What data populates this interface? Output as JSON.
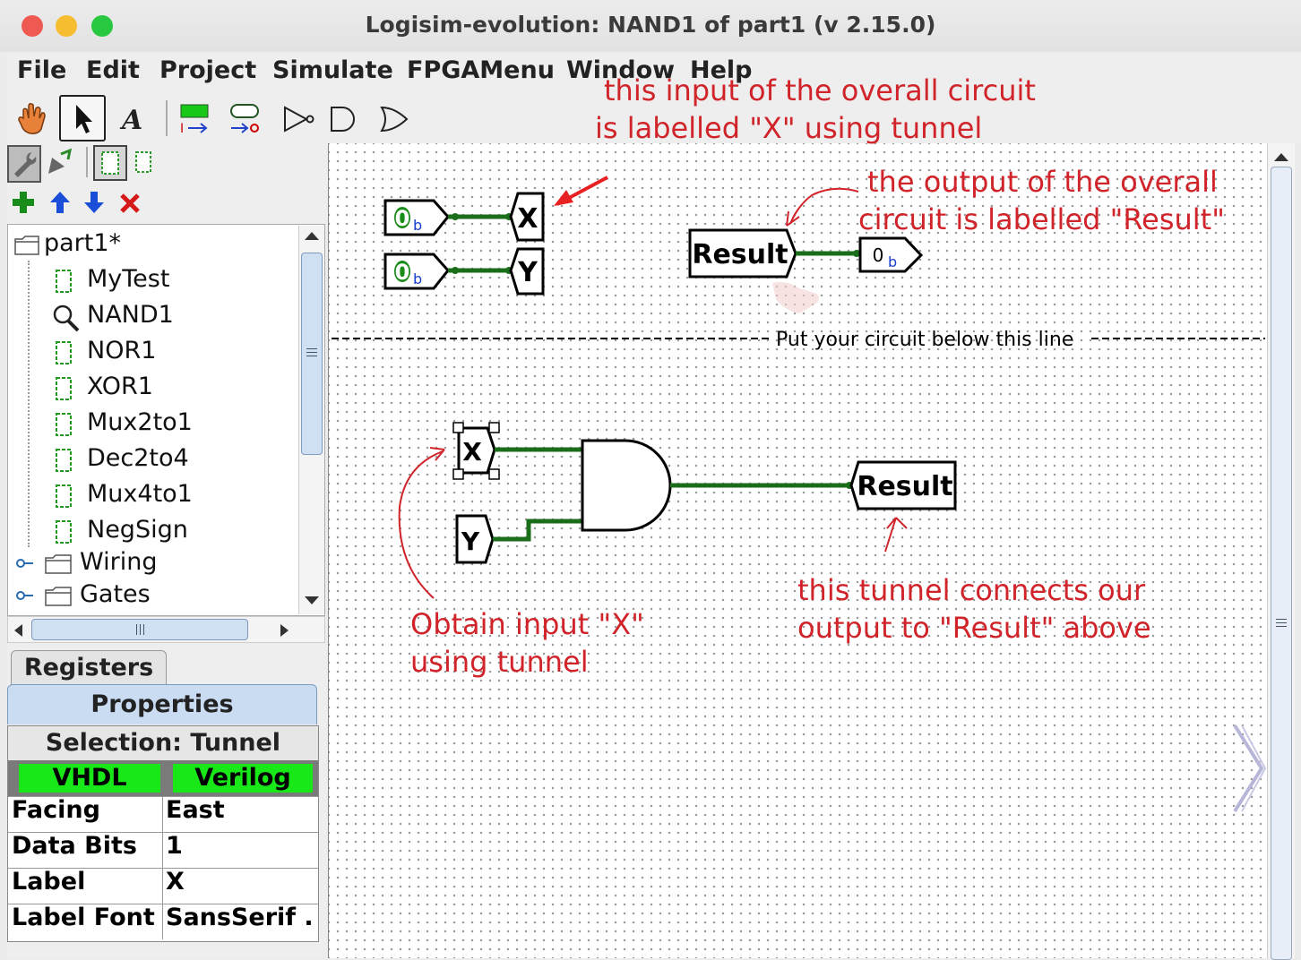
{
  "window": {
    "title": "Logisim-evolution: NAND1 of part1 (v 2.15.0)",
    "traffic_lights": {
      "close": "#ee5a52",
      "minimize": "#f5bd2f",
      "maximize": "#28c840"
    }
  },
  "menu": [
    "File",
    "Edit",
    "Project",
    "Simulate",
    "FPGAMenu",
    "Window",
    "Help"
  ],
  "toolbar": {
    "tools": [
      "hand-poke-icon",
      "arrow-select-icon",
      "text-tool-icon",
      "input-pin-icon",
      "output-pin-icon",
      "not-gate-icon",
      "and-gate-icon",
      "or-gate-icon"
    ],
    "row2": [
      "wrench-icon",
      "simulate-icon",
      "layout-icon",
      "appearance-icon"
    ],
    "row3": [
      "add-icon",
      "move-up-icon",
      "move-down-icon",
      "delete-icon"
    ]
  },
  "tree": {
    "root": "part1*",
    "items": [
      "MyTest",
      "NAND1",
      "NOR1",
      "XOR1",
      "Mux2to1",
      "Dec2to4",
      "Mux4to1",
      "NegSign"
    ],
    "folders": [
      "Wiring",
      "Gates"
    ]
  },
  "tabs": {
    "registers": "Registers",
    "properties": "Properties"
  },
  "properties": {
    "selection": "Selection: Tunnel",
    "hdl_buttons": [
      "VHDL",
      "Verilog"
    ],
    "rows": [
      {
        "key": "Facing",
        "value": "East"
      },
      {
        "key": "Data Bits",
        "value": "1"
      },
      {
        "key": "Label",
        "value": "X"
      },
      {
        "key": "Label Font",
        "value": "SansSerif ..."
      }
    ]
  },
  "circuit": {
    "pin_value": "0",
    "pin_suffix": "b",
    "tunnel_x": "X",
    "tunnel_y": "Y",
    "tunnel_result": "Result",
    "divider_text": "Put your circuit below this line",
    "wire_color": "#1a6e1a"
  },
  "annotations": {
    "input_note_line1": "this input of the overall circuit",
    "input_note_line2": "is labelled \"X\" using tunnel",
    "output_note_line1": "the output of the overall",
    "output_note_line2": "circuit is labelled \"Result\"",
    "obtain_line1": "Obtain input \"X\"",
    "obtain_line2": "using tunnel",
    "connect_line1": "this tunnel connects our",
    "connect_line2": "output to \"Result\" above",
    "color": "#d0242a"
  }
}
